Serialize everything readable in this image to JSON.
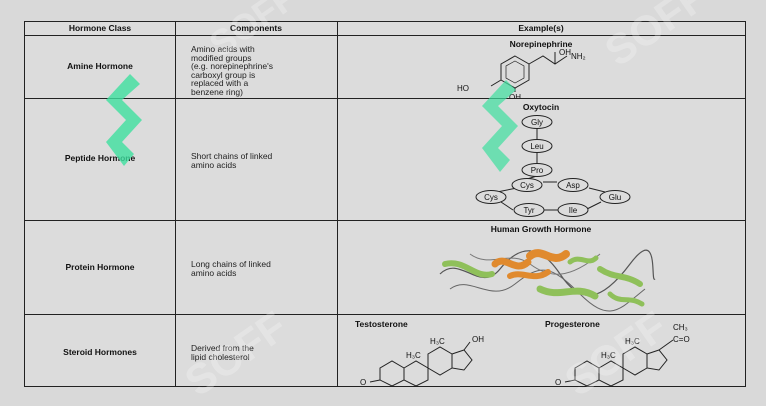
{
  "header": {
    "class_col": "Hormone Class",
    "components_col": "Components",
    "examples_col": "Example(s)"
  },
  "rows": [
    {
      "class": "Amine Hormone",
      "components": "Amino acids with\nmodified groups\n(e.g. norepinephrine's\ncarboxyl group is\nreplaced with a\nbenzene ring)",
      "example_title": "Norepinephrine"
    },
    {
      "class": "Peptide Hormone",
      "components": "Short chains of linked\namino acids",
      "example_title": "Oxytocin"
    },
    {
      "class": "Protein Hormone",
      "components": "Long chains of linked\namino acids",
      "example_title": "Human Growth Hormone"
    },
    {
      "class": "Steroid Hormones",
      "components": "Derived from the\nlipid cholesterol",
      "example_title_1": "Testosterone",
      "example_title_2": "Progesterone"
    }
  ],
  "norepinephrine_labels": {
    "oh_top": "OH",
    "nh2": "NH₂",
    "ho": "HO",
    "oh_bottom": "OH"
  },
  "oxytocin_residues": [
    "Gly",
    "Leu",
    "Pro",
    "Cys",
    "Asp",
    "Cys",
    "Glu",
    "Tyr",
    "Ile"
  ],
  "steroid_labels": {
    "h3c": "H₃C",
    "oh": "OH",
    "o": "O",
    "ch3": "CH₃",
    "co": "C=O"
  },
  "watermark_text": "SOFF",
  "colors": {
    "protein_orange": "#e08a2e",
    "protein_green": "#8fc05a",
    "watermark": "#3fe0a0"
  }
}
